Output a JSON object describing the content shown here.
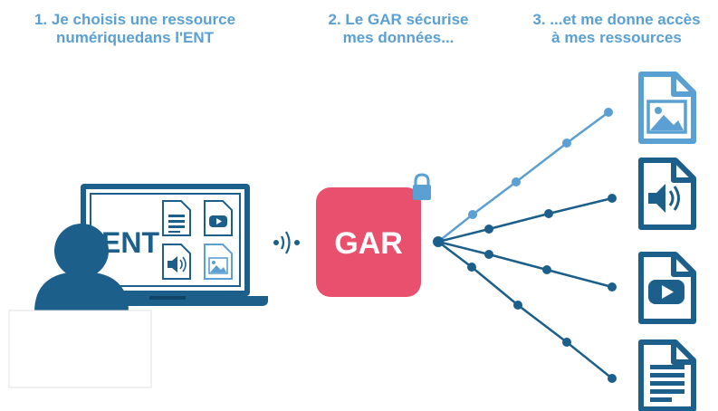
{
  "steps": [
    {
      "line1": "1. Je choisis une ressource",
      "line2": "numériquedans l'ENT"
    },
    {
      "line1": "2. Le GAR sécurise",
      "line2": "mes données..."
    },
    {
      "line1": "3. ...et me donne accès",
      "line2": "à mes ressources"
    }
  ],
  "ent_label": "ENT",
  "gar_label": "GAR",
  "colors": {
    "title_blue": "#5aa0d2",
    "dark_blue": "#1b5f8a",
    "light_blue": "#5aa0d2",
    "gar_pink": "#e8506e",
    "lock_blue": "#5aa0d2"
  },
  "icons": [
    "user-silhouette-icon",
    "laptop-icon",
    "document-icon",
    "video-icon",
    "audio-icon",
    "image-icon",
    "wifi-signal-icon",
    "lock-icon"
  ]
}
